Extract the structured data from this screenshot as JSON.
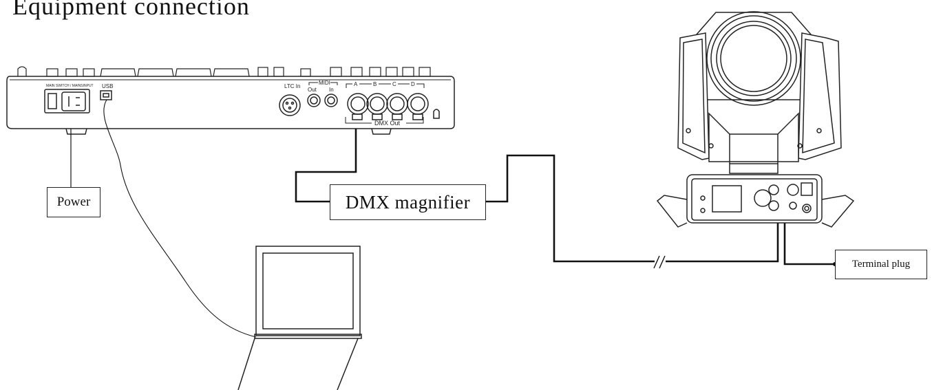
{
  "title": "Equipment connection",
  "labels": {
    "power": "Power",
    "dmx_magnifier": "DMX magnifier",
    "terminal_plug": "Terminal plug"
  },
  "console_panel": {
    "main_switch": "MAIN SWITCH / MAINSINPUT",
    "usb": "USB",
    "ltc_in": "LTC In",
    "midi": "MIDI",
    "midi_out": "Out",
    "midi_in": "In",
    "port_a": "A",
    "port_b": "B",
    "port_c": "C",
    "port_d": "D",
    "dmx_out": "DMX Out"
  }
}
